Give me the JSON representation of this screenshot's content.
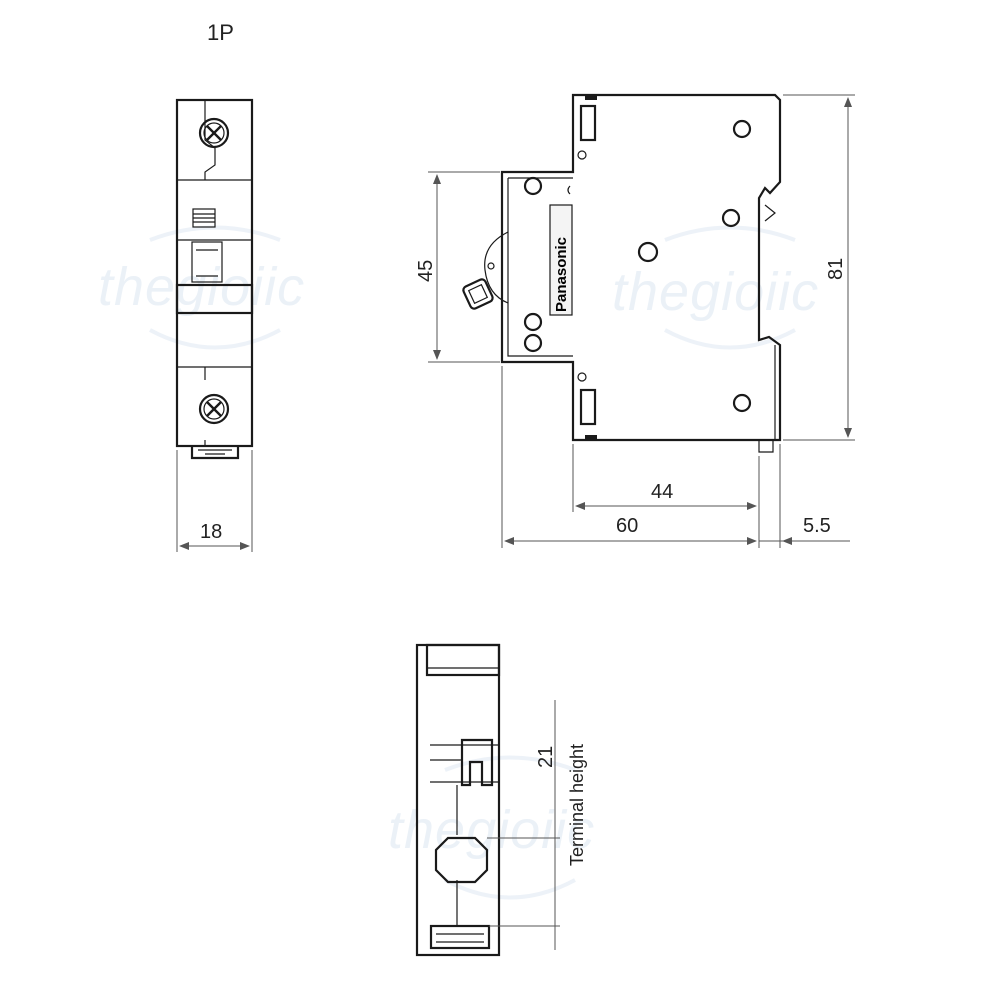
{
  "title": "1P",
  "brand": "Panasonic",
  "watermark": "thegioiic",
  "dimensions": {
    "width_1p": "18",
    "height_45": "45",
    "height_81": "81",
    "depth_44": "44",
    "depth_60": "60",
    "offset_5_5": "5.5",
    "terminal_21": "21",
    "terminal_label": "Terminal height"
  }
}
